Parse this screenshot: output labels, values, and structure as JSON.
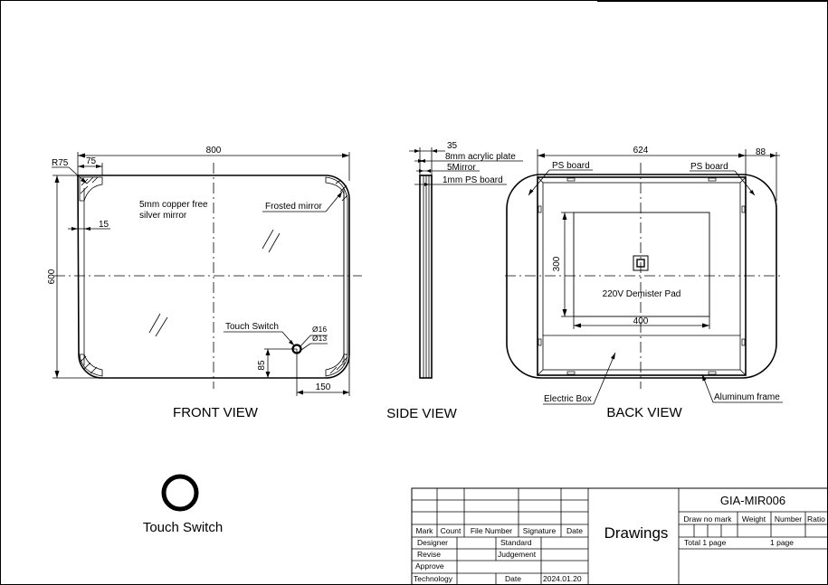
{
  "front_view": {
    "width_label": "800",
    "height_label": "600",
    "radius_label": "R75",
    "corner_label": "75",
    "border_label": "15",
    "glass_note_line1": "5mm copper free",
    "glass_note_line2": "silver mirror",
    "frosted_label": "Frosted mirror",
    "touch_switch_label": "Touch Switch",
    "switch_outer_dia": "Ø16",
    "switch_inner_dia": "Ø13",
    "switch_vertical": "85",
    "switch_horizontal": "150",
    "title": "FRONT VIEW"
  },
  "side_view": {
    "thickness_label": "35",
    "acrylic_label": "8mm acrylic plate",
    "mirror_label": "5Mirror",
    "psboard_label": "1mm PS board",
    "title": "SIDE VIEW"
  },
  "back_view": {
    "width_label": "624",
    "offset_label": "88",
    "psboard_left": "PS board",
    "psboard_right": "PS board",
    "pad_height_label": "300",
    "pad_width_label": "400",
    "pad_label": "220V Demister Pad",
    "electric_box_label": "Electric Box",
    "aluminum_label": "Aluminum frame",
    "title": "BACK VIEW"
  },
  "switch_legend": {
    "label": "Touch Switch"
  },
  "title_block": {
    "model": "GIA-MIR006",
    "drawings": "Drawings",
    "headers": [
      "Mark",
      "Count",
      "File Number",
      "Signature",
      "Date"
    ],
    "designer": "Designer",
    "standard": "Standard",
    "revise": "Revise",
    "judgement": "Judgement",
    "approve": "Approve",
    "technology": "Technology",
    "date_label": "Date",
    "date_value": "2024.01.20",
    "draw_no_mark": "Draw no mark",
    "weight": "Weight",
    "number": "Number",
    "ratio": "Ratio",
    "total_pages": "Total  1  page",
    "page": "1  page"
  }
}
